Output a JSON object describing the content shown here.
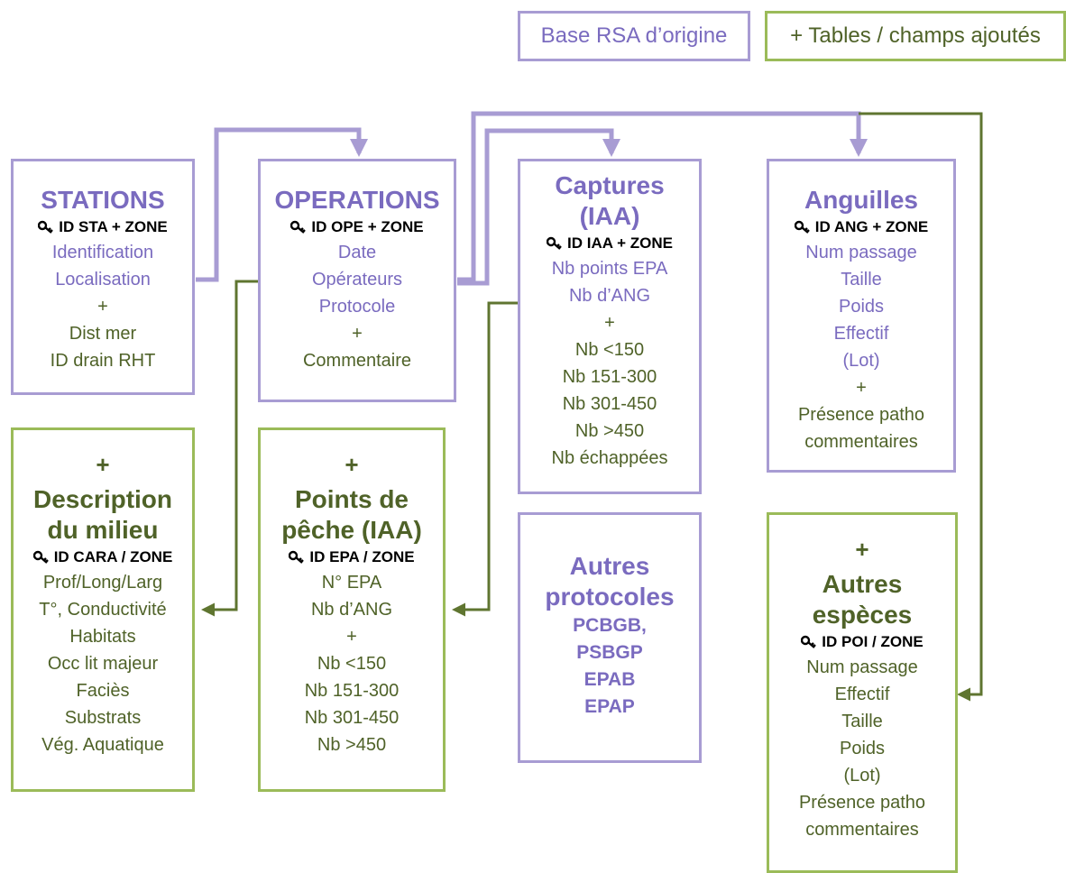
{
  "legend": {
    "original": "Base RSA d’origine",
    "added": "+ Tables / champs ajoutés"
  },
  "colors": {
    "original_border": "#a89cd3",
    "original_text": "#7a6bbf",
    "added_border": "#9bbb59",
    "added_text": "#4f6228",
    "added_connector": "#5f7530"
  },
  "boxes": {
    "stations": {
      "title": "STATIONS",
      "key": "ID STA + ZONE",
      "original_fields": [
        "Identification",
        "Localisation"
      ],
      "plus": "+",
      "added_fields": [
        "Dist mer",
        "ID drain RHT"
      ]
    },
    "operations": {
      "title": "OPERATIONS",
      "key": "ID OPE + ZONE",
      "original_fields": [
        "Date",
        "Opérateurs",
        "Protocole"
      ],
      "plus": "+",
      "added_fields": [
        "Commentaire"
      ]
    },
    "captures": {
      "title_line1": "Captures",
      "title_line2": "(IAA)",
      "key": "ID IAA + ZONE",
      "original_fields": [
        "Nb points EPA",
        "Nb d’ANG"
      ],
      "plus": "+",
      "added_fields": [
        "Nb <150",
        "Nb 151-300",
        "Nb 301-450",
        "Nb >450",
        "Nb échappées"
      ]
    },
    "anguilles": {
      "title": "Anguilles",
      "key": "ID ANG + ZONE",
      "original_fields": [
        "Num passage",
        "Taille",
        "Poids",
        "Effectif",
        "(Lot)"
      ],
      "plus": "+",
      "added_fields": [
        "Présence patho",
        "commentaires"
      ]
    },
    "milieu": {
      "plus": "+",
      "title_line1": "Description",
      "title_line2": "du milieu",
      "key": "ID CARA / ZONE",
      "fields": [
        "Prof/Long/Larg",
        "T°, Conductivité",
        "Habitats",
        "Occ lit majeur",
        "Faciès",
        "Substrats",
        "Vég. Aquatique"
      ]
    },
    "points_peche": {
      "plus": "+",
      "title_line1": "Points de",
      "title_line2": "pêche (IAA)",
      "key": "ID EPA / ZONE",
      "fields_before": [
        "N° EPA",
        "Nb d’ANG"
      ],
      "plus_mid": "+",
      "fields_after": [
        "Nb <150",
        "Nb 151-300",
        "Nb 301-450",
        "Nb >450"
      ]
    },
    "autres_protocoles": {
      "title_line1": "Autres",
      "title_line2": "protocoles",
      "items": [
        "PCBGB,",
        "PSBGP",
        "EPAB",
        "EPAP"
      ]
    },
    "autres_especes": {
      "plus": "+",
      "title_line1": "Autres",
      "title_line2": "espèces",
      "key": "ID POI / ZONE",
      "fields": [
        "Num passage",
        "Effectif",
        "Taille",
        "Poids",
        "(Lot)",
        "Présence patho",
        "commentaires"
      ]
    }
  }
}
